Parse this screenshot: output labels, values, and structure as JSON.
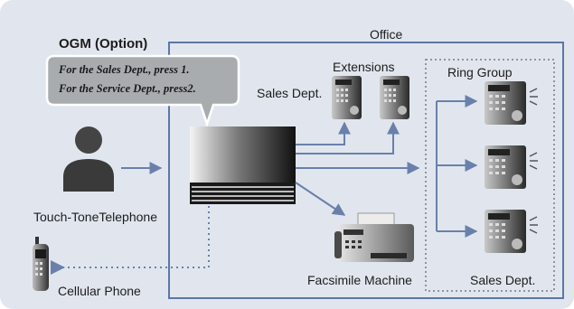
{
  "ogm": {
    "title": "OGM (Option)",
    "line1": "For the Sales Dept., press 1.",
    "line2": "For the Service Dept., press2."
  },
  "labels": {
    "office": "Office",
    "extensions": "Extensions",
    "sales_dept_ext": "Sales Dept.",
    "ring_group": "Ring Group",
    "sales_dept_group": "Sales Dept.",
    "touch_tone": "Touch-ToneTelephone",
    "cellular": "Cellular Phone",
    "fax": "Facsimile Machine"
  },
  "icons": {
    "person": "person-icon",
    "pbx": "pbx-unit-icon",
    "desk_phone": "desk-phone-icon",
    "fax": "fax-machine-icon",
    "cell": "cellular-phone-icon"
  },
  "colors": {
    "background": "#e1e6ee",
    "office_border": "#5b76a8",
    "arrow": "#6a80ab",
    "ring_dots": "#8a96a8",
    "bubble_fill": "#a9acaf"
  }
}
